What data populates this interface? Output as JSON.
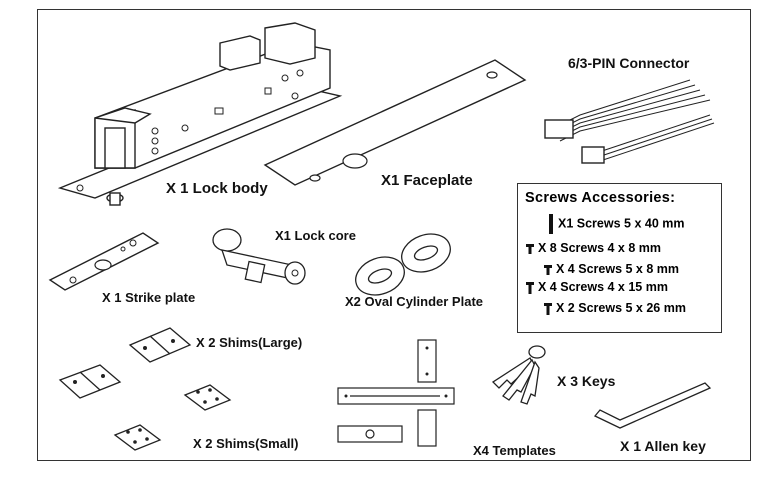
{
  "labels": {
    "lock_body": "X 1  Lock body",
    "faceplate": "X1 Faceplate",
    "connector": "6/3-PIN Connector",
    "lock_core": "X1 Lock core",
    "strike_plate": "X 1  Strike plate",
    "oval_plate": "X2 Oval Cylinder Plate",
    "shims_large": "X 2 Shims(Large)",
    "shims_small": "X 2 Shims(Small)",
    "templates": "X4 Templates",
    "keys": "X 3 Keys",
    "allen_key": "X 1 Allen key"
  },
  "screws": {
    "title": "Screws Accessories:",
    "rows": [
      "X1  Screws  5 x 40  mm",
      "X 8 Screws 4 x 8   mm",
      "X 4 Screws 5 x 8   mm",
      "X 4 Screws 4 x 15 mm",
      "X 2 Screws 5 x 26 mm"
    ]
  }
}
